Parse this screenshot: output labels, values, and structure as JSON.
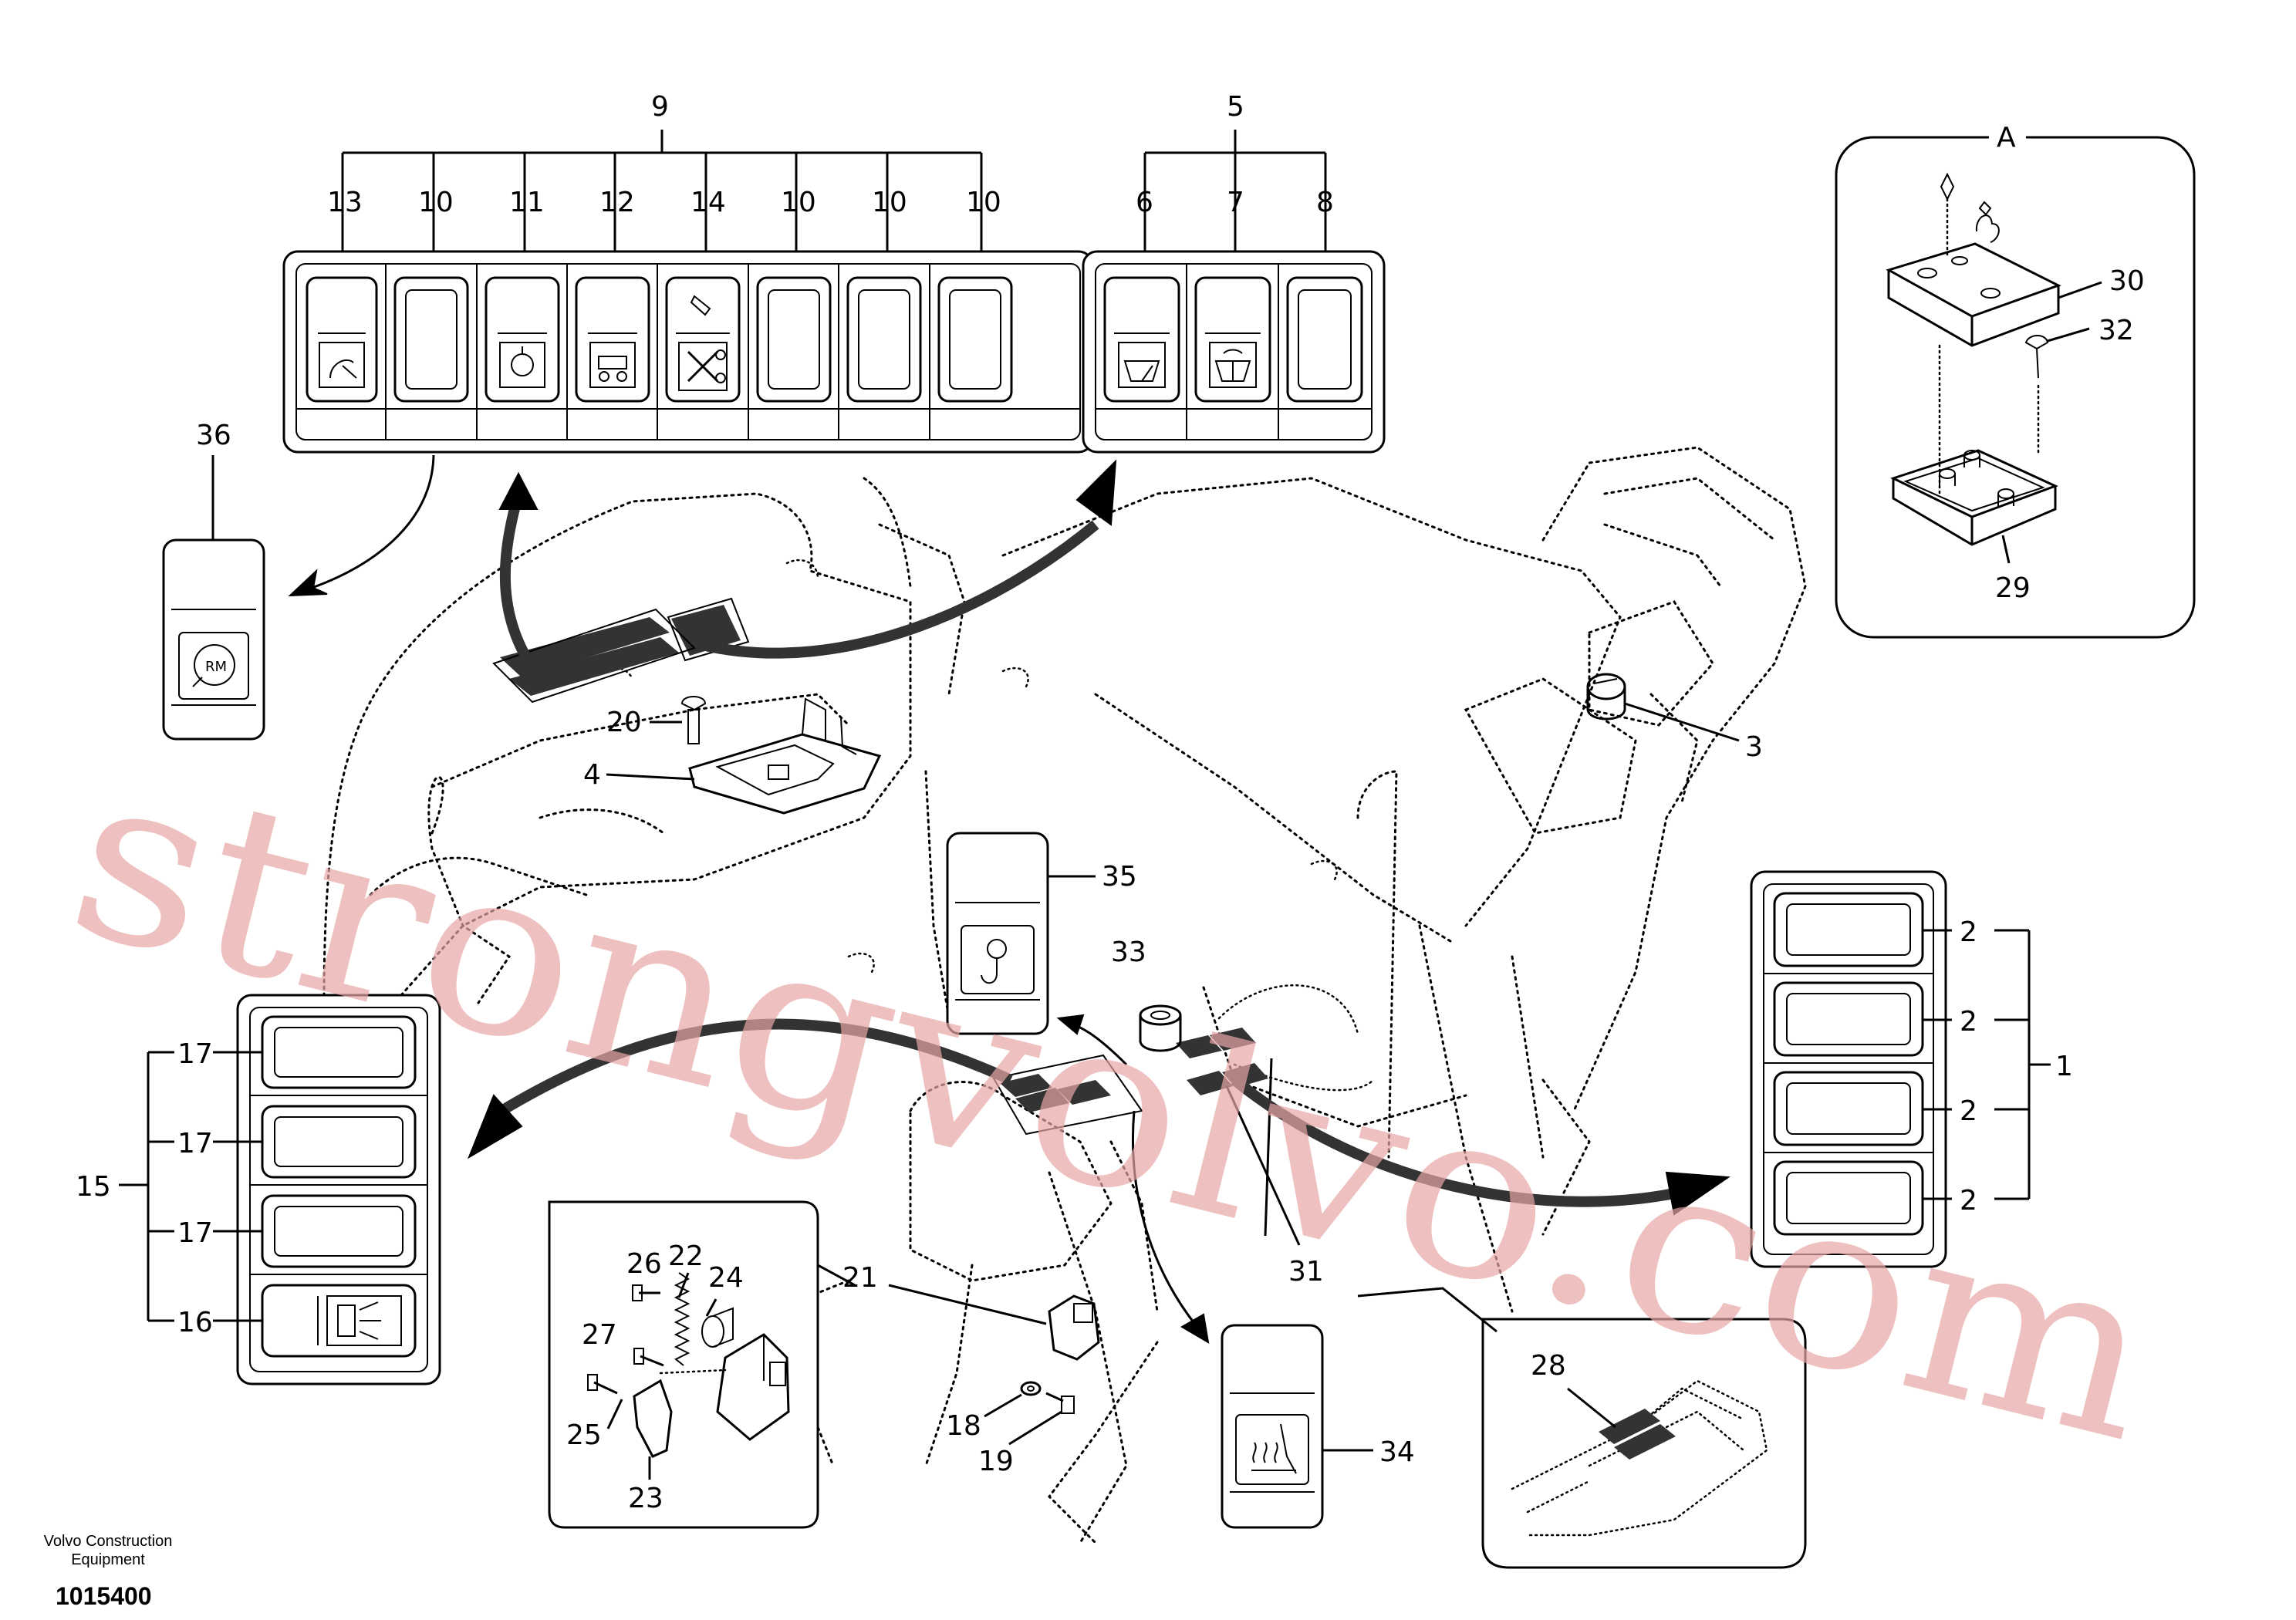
{
  "labels": {
    "l1": "1",
    "l2a": "2",
    "l2b": "2",
    "l2c": "2",
    "l2d": "2",
    "l3": "3",
    "l4": "4",
    "l5": "5",
    "l6": "6",
    "l7": "7",
    "l8": "8",
    "l9": "9",
    "l10a": "10",
    "l10b": "10",
    "l10c": "10",
    "l10d": "10",
    "l11": "11",
    "l12": "12",
    "l13": "13",
    "l14": "14",
    "l15": "15",
    "l16": "16",
    "l17a": "17",
    "l17b": "17",
    "l17c": "17",
    "l18": "18",
    "l19": "19",
    "l20": "20",
    "l21": "21",
    "l22": "22",
    "l23": "23",
    "l24": "24",
    "l25": "25",
    "l26": "26",
    "l27": "27",
    "l28": "28",
    "l29": "29",
    "l30": "30",
    "l31": "31",
    "l32": "32",
    "l33": "33",
    "l34": "34",
    "l35": "35",
    "l36": "36",
    "lA": "A"
  },
  "watermark": "strongvolvo.com",
  "footer": {
    "company_line1": "Volvo Construction",
    "company_line2": "Equipment",
    "drawing_number": "1015400"
  },
  "colors": {
    "line": "#000000",
    "watermark": "#e9a6a6",
    "background": "#ffffff"
  }
}
